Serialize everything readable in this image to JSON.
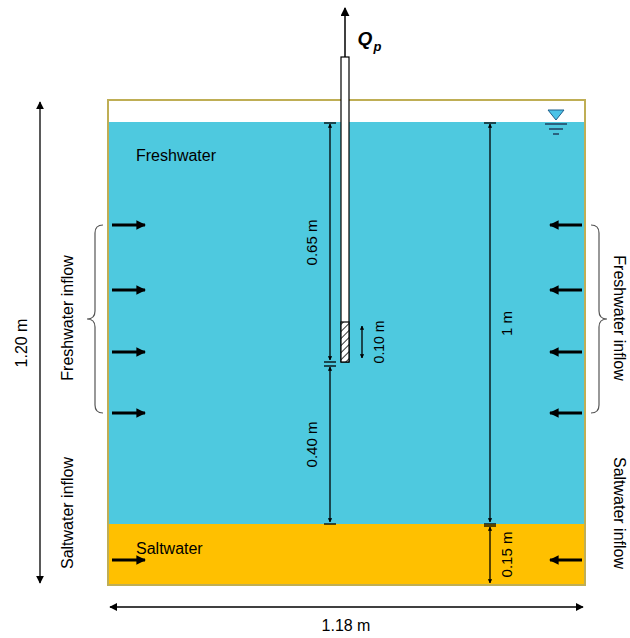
{
  "diagram": {
    "nodes": [
      {
        "text": [
          "Freshwater"
        ]
      },
      {
        "text": [
          "Saltwater"
        ]
      }
    ],
    "labels": [
      "Q",
      "p",
      "1.20 m",
      "0.65 m",
      "0.10 m",
      "1 m",
      "0.40 m",
      "0.15 m",
      "1.18 m",
      "Freshwater inflow",
      "Freshwater inflow",
      "Saltwater inflow",
      "Saltwater inflow"
    ]
  }
}
